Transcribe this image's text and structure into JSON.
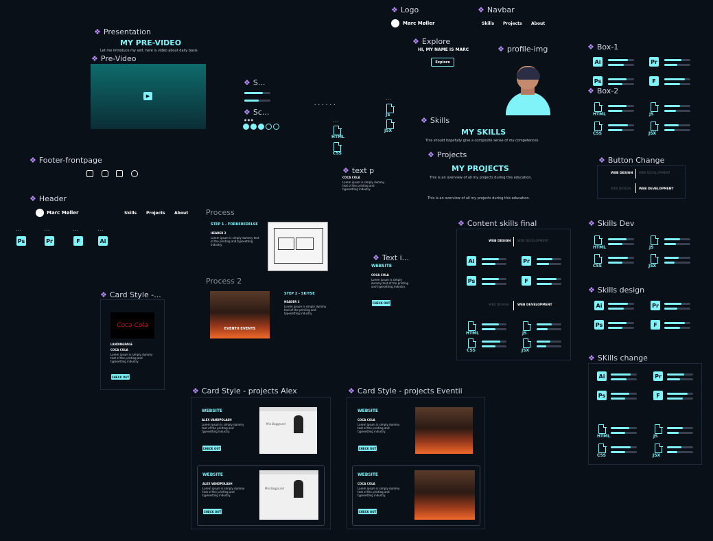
{
  "labels": {
    "presentation": "Presentation",
    "pre_video": "Pre-Video",
    "s1": "S...",
    "s2": "Sc...",
    "logo": "Logo",
    "navbar": "Navbar",
    "explore": "Explore",
    "profile_img": "profile-img",
    "skills": "Skills",
    "projects": "Projects",
    "box1": "Box-1",
    "box2": "Box-2",
    "button_change": "Button Change",
    "footer": "Footer-frontpage",
    "header": "Header",
    "text_p": "text p",
    "process": "Process",
    "process2": "Process 2",
    "content_skills_final": "Content skills final",
    "skills_dev": "Skills Dev",
    "skills_design": "Skills design",
    "skills_change": "SKills change",
    "text_i": "Text i...",
    "card_style": "Card Style -...",
    "card_alex": "Card Style - projects Alex",
    "card_eventii": "Card Style - projects Eventii",
    "dots": "...",
    "dots_row": "• • • • • •"
  },
  "presentation": {
    "title": "MY PRE-VIDEO",
    "subtitle": "Let me introduce my self, here is video about daily basis"
  },
  "brand": {
    "name": "Marc Møller"
  },
  "nav": {
    "skills": "Skills",
    "projects": "Projects",
    "about": "About"
  },
  "hero": {
    "greeting": "HI, MY NAME IS MARC",
    "explore": "Explore"
  },
  "skills_section": {
    "title": "MY SKILLS",
    "subtitle": "This should hopefully give a composite sense of my competences"
  },
  "projects_section": {
    "title": "MY PROJECTS",
    "subtitle": "This is an overview of all my projects during this education.",
    "subtitle2": "This is an overview of all my projects during this education."
  },
  "tabs": {
    "design": "WEB DESIGN",
    "dev": "WEB DEVELOPMENT"
  },
  "icons": {
    "ai": "Ai",
    "pr": "Pr",
    "ps": "Ps",
    "fg": "F"
  },
  "files": {
    "html": "HTML",
    "css": "CSS",
    "js": "JS",
    "jsx": "JSX"
  },
  "process": {
    "step1": "STEP 1 - FORBEREDELSE",
    "header": "HEADER 2",
    "step2": "STEP 2 - SKITSE",
    "header3": "HEADER 3",
    "body": "Lorem ipsum is simply dummy text of the printing and typesetting industry."
  },
  "cards": {
    "website": "WEBSITE",
    "coca": "COCA COLA",
    "alex": "ALEX VANDPOLASH",
    "landing": "LANDINGPAGE",
    "cta": "CHECK OUT",
    "text_p_title": "COCA COLA",
    "brand_img": "Coca-Cola",
    "min_baggrund": "Min Baggrund",
    "eventii_banner": "EVENTII EVENTS",
    "alex_header": "ALEX VANDPOLASH"
  },
  "colors": {
    "accent": "#7ff3f7",
    "bg": "#0a1018",
    "label": "#b58cf5"
  }
}
